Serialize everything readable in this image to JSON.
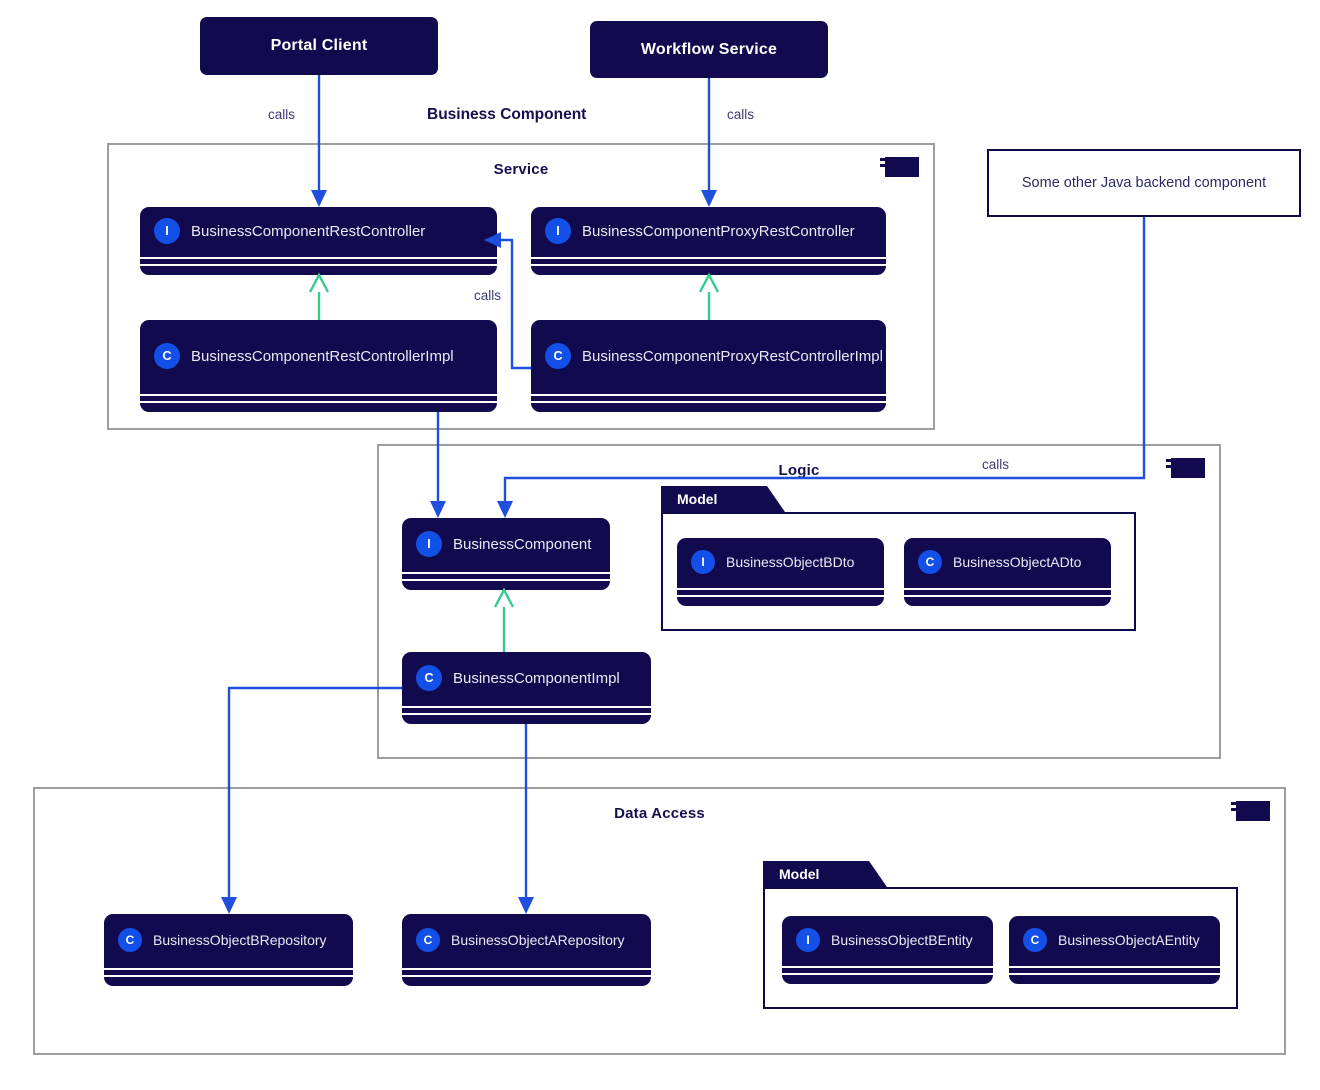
{
  "diagram": {
    "title": "Business Component",
    "actors": [
      {
        "id": "portal-client",
        "label": "Portal Client"
      },
      {
        "id": "workflow-service",
        "label": "Workflow Service"
      }
    ],
    "external_box": {
      "label": "Some other Java backend component"
    },
    "layers": [
      {
        "id": "service",
        "title": "Service"
      },
      {
        "id": "logic",
        "title": "Logic"
      },
      {
        "id": "data-access",
        "title": "Data Access"
      }
    ],
    "packages": [
      {
        "id": "logic-model",
        "title": "Model"
      },
      {
        "id": "data-access-model",
        "title": "Model"
      }
    ],
    "classes": [
      {
        "id": "business-component-rest-controller",
        "stereotype": "I",
        "name": "BusinessComponentRestController",
        "layer": "service"
      },
      {
        "id": "business-component-proxy-rest-controller",
        "stereotype": "I",
        "name": "BusinessComponentProxyRestController",
        "layer": "service"
      },
      {
        "id": "business-component-rest-controller-impl",
        "stereotype": "C",
        "name": "BusinessComponentRestControllerImpl",
        "layer": "service"
      },
      {
        "id": "business-component-proxy-rest-controller-impl",
        "stereotype": "C",
        "name": "BusinessComponentProxyRestControllerImpl",
        "layer": "service"
      },
      {
        "id": "business-component",
        "stereotype": "I",
        "name": "BusinessComponent",
        "layer": "logic"
      },
      {
        "id": "business-component-impl",
        "stereotype": "C",
        "name": "BusinessComponentImpl",
        "layer": "logic"
      },
      {
        "id": "business-object-b-dto",
        "stereotype": "I",
        "name": "BusinessObjectBDto",
        "layer": "logic-model"
      },
      {
        "id": "business-object-a-dto",
        "stereotype": "C",
        "name": "BusinessObjectADto",
        "layer": "logic-model"
      },
      {
        "id": "business-object-b-repository",
        "stereotype": "C",
        "name": "BusinessObjectBRepository",
        "layer": "data-access"
      },
      {
        "id": "business-object-a-repository",
        "stereotype": "C",
        "name": "BusinessObjectARepository",
        "layer": "data-access"
      },
      {
        "id": "business-object-b-entity",
        "stereotype": "I",
        "name": "BusinessObjectBEntity",
        "layer": "data-access-model"
      },
      {
        "id": "business-object-a-entity",
        "stereotype": "C",
        "name": "BusinessObjectAEntity",
        "layer": "data-access-model"
      }
    ],
    "edge_labels": {
      "portal_calls": "calls",
      "workflow_calls": "calls",
      "proxy_impl_calls": "calls",
      "external_calls": "calls"
    },
    "colors": {
      "box_fill": "#120a4e",
      "badge_blue": "#1350e8",
      "dependency_blue": "#1f4fdc",
      "realization_green": "#33cc8d",
      "layer_border": "#9d9d9d",
      "package_border": "#0d0a4a",
      "label_text": "#3b3b72",
      "background": "#ffffff"
    }
  }
}
